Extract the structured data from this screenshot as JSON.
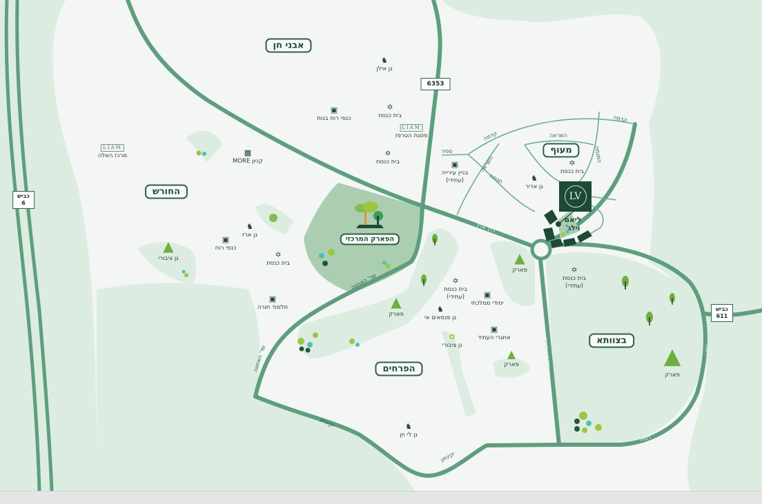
{
  "colors": {
    "background": "#f3f6f4",
    "green_area": "#dcece1",
    "park": "#abcdb0",
    "road": "#5e9e7e",
    "dark": "#1e4a35"
  },
  "neighborhoods": {
    "avnei_chen": "אבני חן",
    "hachoresh": "החורש",
    "central_park": "הפארק המרכזי",
    "meof": "מעוף",
    "haprachim": "הפרחים",
    "betzavta": "בצוותא"
  },
  "road_signs": {
    "r6353": "6353",
    "r6_label": "כביש",
    "r6_num": "6",
    "r611_label": "כביש",
    "r611_num": "611"
  },
  "streets": {
    "derech_eretz": "דרך ארץ",
    "sderot_haachva": "שד' האחווה",
    "yakinton": "יקינתון",
    "reut": "רעות",
    "kadma": "קדמה",
    "hashraa": "השראה",
    "sapir": "ספיר",
    "tnufa": "תנופה",
    "hamegama": "המגמה",
    "vertical": "שד' העצמאות"
  },
  "project": {
    "logo": "LV",
    "name_line1": "ליאם",
    "name_line2": "וילג'"
  },
  "liam_logo": "LIAM",
  "pois": [
    {
      "icon": "kindergarten-icon",
      "label": "גן אילן"
    },
    {
      "icon": "synagogue-icon",
      "label": "בית כנסת"
    },
    {
      "icon": "school-icon",
      "label": "כנפי רוח בנות"
    },
    {
      "icon": "liam-logo",
      "label": "פסגת הטרפז"
    },
    {
      "icon": "synagogue-icon",
      "label": "בית כנסת"
    },
    {
      "icon": "shopping-bag-icon",
      "label": "קניון MORE"
    },
    {
      "icon": "liam-logo",
      "label": "מרכז האלה"
    },
    {
      "icon": "building-icon",
      "label": "בניין עירייה",
      "sub": "(עתידי)"
    },
    {
      "icon": "synagogue-icon",
      "label": "בית כנסת"
    },
    {
      "icon": "kindergarten-icon",
      "label": "גן אדיר"
    },
    {
      "icon": "kindergarten-icon",
      "label": "גן ארז"
    },
    {
      "icon": "school-icon",
      "label": "כנפי רוח"
    },
    {
      "icon": "synagogue-icon",
      "label": "בית כנסת"
    },
    {
      "icon": "tree-icon",
      "label": "גן ציבורי"
    },
    {
      "icon": "school-icon",
      "label": "תלמוד תורה"
    },
    {
      "icon": "tree-icon",
      "label": "פארק"
    },
    {
      "icon": "synagogue-icon",
      "label": "בית כנסת",
      "sub": "(עתידי)"
    },
    {
      "icon": "synagogue-icon",
      "label": "בית כנסת",
      "sub": "(עתידי)"
    },
    {
      "icon": "school-icon",
      "label": "יסודי ממלכתי"
    },
    {
      "icon": "kindergarten-icon",
      "label": "גן פנסאים אי"
    },
    {
      "icon": "tree-icon",
      "label": "פארק"
    },
    {
      "icon": "school-icon",
      "label": "אתגרי העתיד"
    },
    {
      "icon": "flower-icon",
      "label": "גן ציבורי"
    },
    {
      "icon": "tree-icon",
      "label": "פארק"
    },
    {
      "icon": "tree-icon",
      "label": "פארק"
    },
    {
      "icon": "kindergarten-icon",
      "label": "גן לי חן"
    }
  ]
}
